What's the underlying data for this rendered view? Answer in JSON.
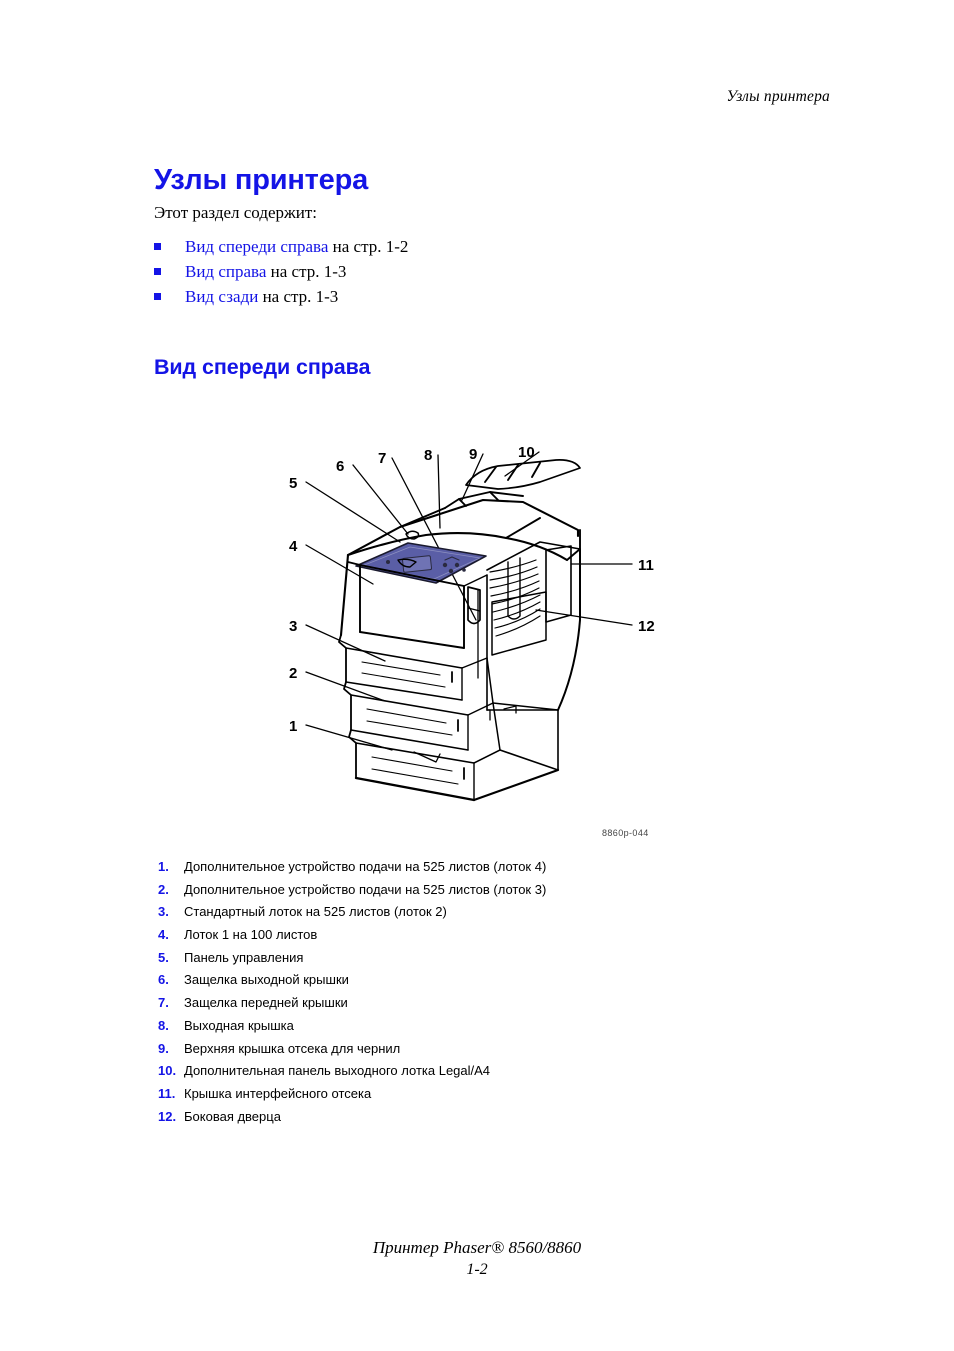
{
  "header": {
    "running_head": "Узлы принтера"
  },
  "chapter": {
    "title": "Узлы принтера",
    "intro": "Этот раздел содержит:"
  },
  "toc": [
    {
      "link": "Вид спереди справа",
      "suffix": " на стр. 1-2",
      "bullet": "square-bullet-icon"
    },
    {
      "link": "Вид справа",
      "suffix": " на стр. 1-3",
      "bullet": "square-bullet-icon"
    },
    {
      "link": "Вид сзади",
      "suffix": " на стр. 1-3",
      "bullet": "square-bullet-icon"
    }
  ],
  "section": {
    "heading": "Вид спереди справа"
  },
  "figure": {
    "id_label": "8860p-044",
    "callouts": [
      "1",
      "2",
      "3",
      "4",
      "5",
      "6",
      "7",
      "8",
      "9",
      "10",
      "11",
      "12"
    ]
  },
  "legend": [
    {
      "num": "1.",
      "label": "Дополнительное устройство подачи на 525 листов (лоток 4)"
    },
    {
      "num": "2.",
      "label": "Дополнительное устройство подачи на 525 листов (лоток 3)"
    },
    {
      "num": "3.",
      "label": "Стандартный лоток на 525 листов (лоток 2)"
    },
    {
      "num": "4.",
      "label": "Лоток 1 на 100 листов"
    },
    {
      "num": "5.",
      "label": "Панель управления"
    },
    {
      "num": "6.",
      "label": "Защелка выходной крышки"
    },
    {
      "num": "7.",
      "label": "Защелка передней крышки"
    },
    {
      "num": "8.",
      "label": "Выходная крышка"
    },
    {
      "num": "9.",
      "label": "Верхняя крышка отсека для чернил"
    },
    {
      "num": "10.",
      "label": "Дополнительная панель выходного лотка Legal/A4"
    },
    {
      "num": "11.",
      "label": "Крышка интерфейсного отсека"
    },
    {
      "num": "12.",
      "label": "Боковая дверца"
    }
  ],
  "footer": {
    "title": "Принтер Phaser® 8560/8860",
    "page": "1-2"
  },
  "colors": {
    "heading_blue": "#1414e6",
    "link_blue": "#1414e6",
    "panel_blue": "#5a5ea6",
    "text_black": "#000000"
  }
}
